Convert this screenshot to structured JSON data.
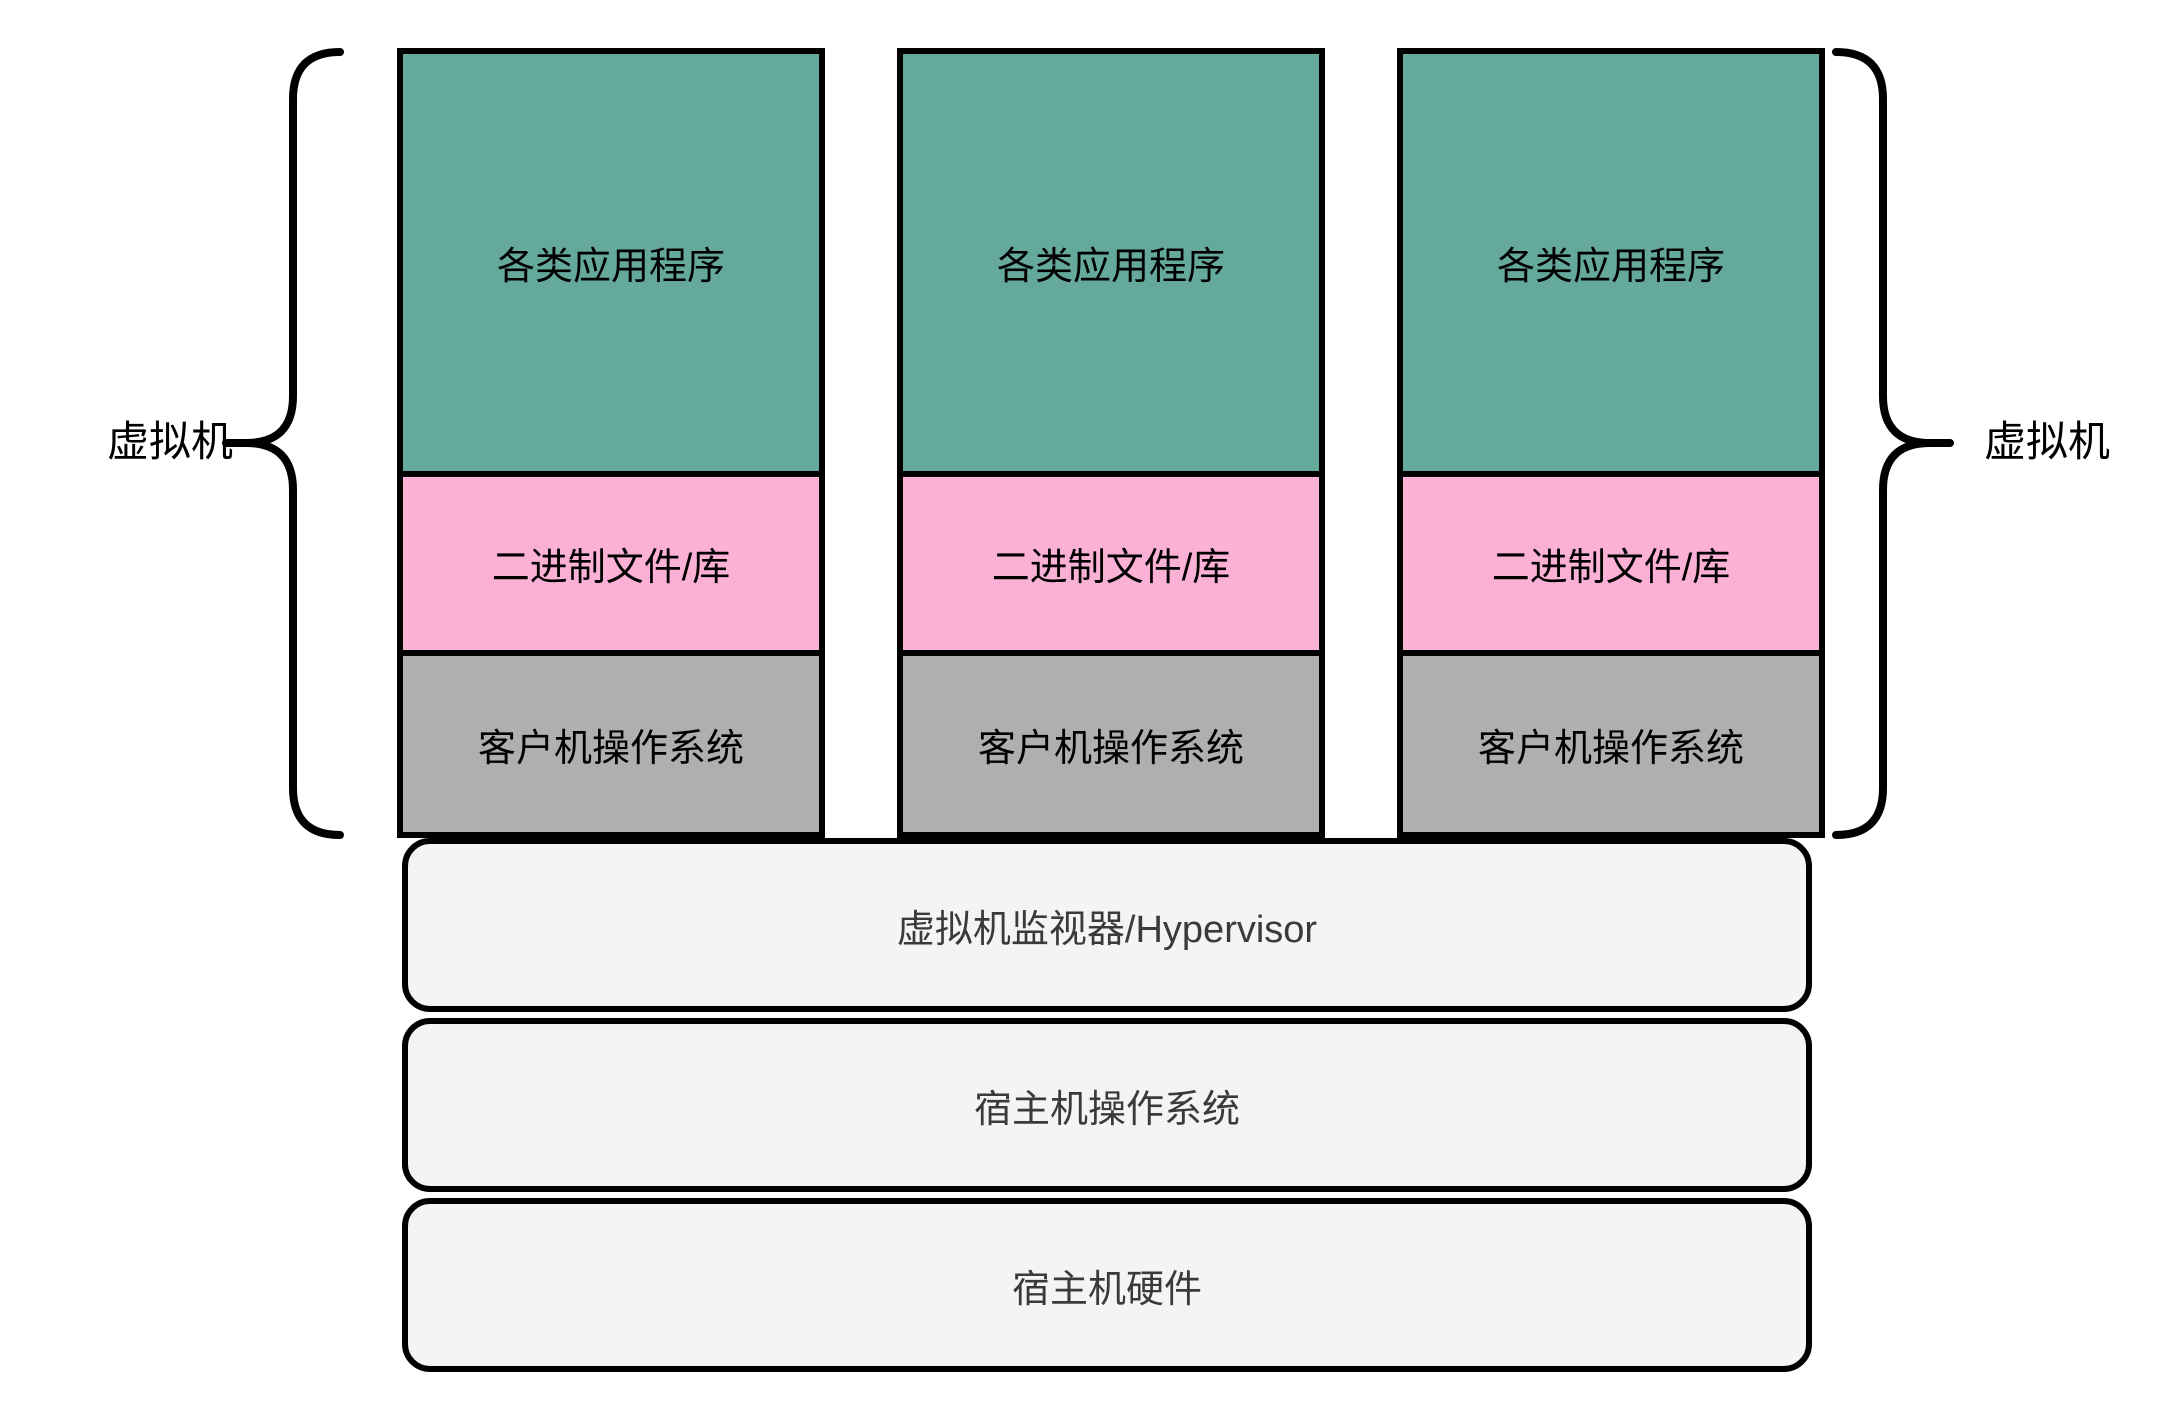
{
  "diagram": {
    "left_label": "虚拟机",
    "right_label": "虚拟机",
    "columns": [
      {
        "app": "各类应用程序",
        "bins": "二进制文件/库",
        "os": "客户机操作系统"
      },
      {
        "app": "各类应用程序",
        "bins": "二进制文件/库",
        "os": "客户机操作系统"
      },
      {
        "app": "各类应用程序",
        "bins": "二进制文件/库",
        "os": "客户机操作系统"
      }
    ],
    "layers": [
      "虚拟机监视器/Hypervisor",
      "宿主机操作系统",
      "宿主机硬件"
    ],
    "colors": {
      "page_bg": "#ffffff",
      "app_fill": "#65A99C",
      "bins_fill": "#FBB1D6",
      "guest_os_fill": "#AFAFAF",
      "layer_fill": "#F4F4F4",
      "stroke": "#000000",
      "box_text": "#000000",
      "layer_text": "#3A3A3A"
    }
  }
}
